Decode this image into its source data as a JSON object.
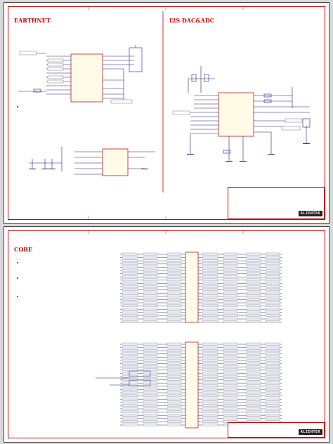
{
  "sheets": {
    "top": {
      "earthnet_title": "EARTHNET",
      "i2s_title": "I2S DAC&ADC",
      "title_block": {
        "logo": "ALIENTEK"
      }
    },
    "bottom": {
      "core_title": "CORE",
      "title_block": {
        "logo": "ALIENTEK"
      }
    }
  }
}
